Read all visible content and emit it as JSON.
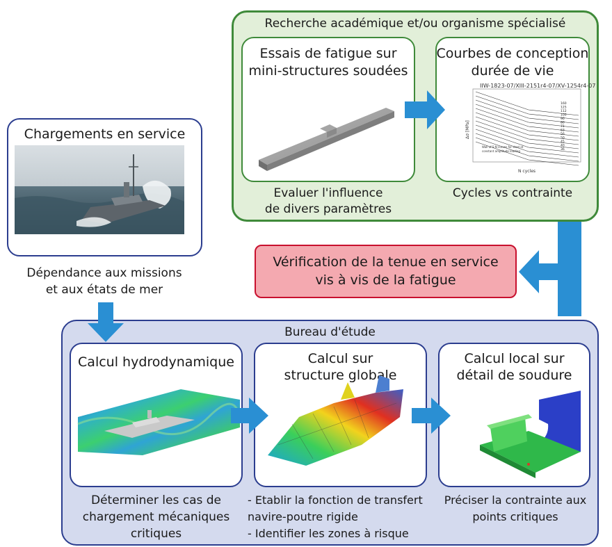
{
  "research": {
    "title": "Recherche académique et/ou organisme spécialisé",
    "fatigue_box": {
      "title_line1": "Essais de fatigue sur",
      "title_line2": "mini-structures soudées",
      "caption_line1": "Evaluer l'influence",
      "caption_line2": "de divers paramètres"
    },
    "curves_box": {
      "title_line1": "Courbes de conception",
      "title_line2": "durée de vie",
      "caption": "Cycles vs contrainte",
      "plot_title": "IIW-1823-07/XIII-2151r4-07/XV-1254r4-07",
      "plot_xlabel": "N cycles",
      "plot_ylabel": "Δσ [MPa]",
      "plot_note_line1": "Wall of S-N curves for steel at",
      "plot_note_line2": "constant amplitude loading",
      "fat_classes": [
        "160",
        "125",
        "112",
        "100",
        "90",
        "80",
        "71",
        "63",
        "56",
        "50",
        "45",
        "40",
        "36"
      ]
    }
  },
  "loads_box": {
    "title": "Chargements en service",
    "caption_line1": "Dépendance aux missions",
    "caption_line2": "et aux états de mer"
  },
  "verification": {
    "line1": "Vérification de la tenue en service",
    "line2": "vis à vis de la fatigue"
  },
  "design_office": {
    "title": "Bureau d'étude",
    "hydro": {
      "title": "Calcul hydrodynamique",
      "caption_line1": "Déterminer les cas de",
      "caption_line2": "chargement mécaniques",
      "caption_line3": "critiques"
    },
    "global": {
      "title_line1": "Calcul sur",
      "title_line2": "structure globale",
      "caption_line1": "- Etablir la fonction de transfert",
      "caption_line2": "navire-poutre rigide",
      "caption_line3": "- Identifier les zones à risque"
    },
    "local": {
      "title_line1": "Calcul local sur",
      "title_line2": "détail de soudure",
      "caption_line1": "Préciser la contrainte aux",
      "caption_line2": "points critiques"
    }
  },
  "colors": {
    "green_fill": "#e2efd9",
    "green_border": "#3f8a3a",
    "blue_fill": "#d4daee",
    "blue_border": "#2b3d8f",
    "red_fill": "#f4a9b0",
    "red_border": "#c8102e",
    "arrow": "#2a8fd3"
  }
}
